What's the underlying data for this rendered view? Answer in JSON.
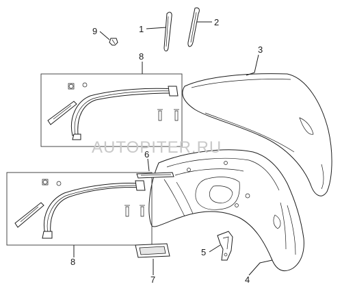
{
  "watermark": "AUTOPITER.RU",
  "colors": {
    "line": "#1a1a1a",
    "watermark": "#c9c9c9",
    "background": "#ffffff"
  },
  "callouts": {
    "c1": "1",
    "c2": "2",
    "c3": "3",
    "c4": "4",
    "c5": "5",
    "c6": "6",
    "c7": "7",
    "c8_top": "8",
    "c8_bottom": "8",
    "c9": "9"
  }
}
